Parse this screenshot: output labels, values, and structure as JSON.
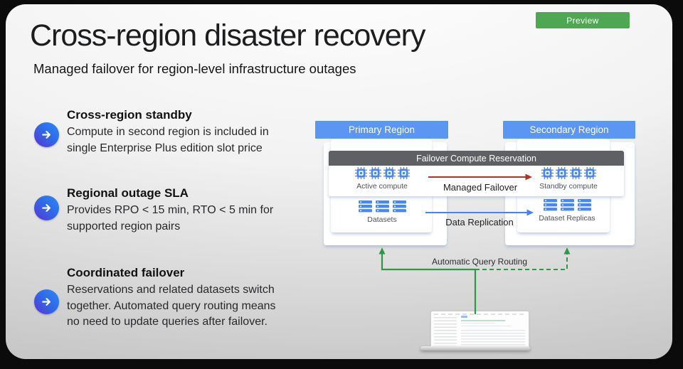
{
  "badge": {
    "label": "Preview"
  },
  "header": {
    "title": "Cross-region disaster recovery",
    "subtitle": "Managed failover for region-level infrastructure outages"
  },
  "bullets": [
    {
      "heading": "Cross-region standby",
      "body": "Compute in second region is included in\nsingle Enterprise Plus edition slot price"
    },
    {
      "heading": "Regional outage SLA",
      "body": "Provides RPO < 15 min, RTO < 5 min for\nsupported region pairs"
    },
    {
      "heading": "Coordinated failover",
      "body": "Reservations and related datasets switch\ntogether. Automated query routing means\nno need to update queries after failover."
    }
  ],
  "diagram": {
    "primary_region": "Primary Region",
    "secondary_region": "Secondary Region",
    "failover_reservation": "Failover Compute Reservation",
    "active_compute": "Active compute",
    "standby_compute": "Standby compute",
    "managed_failover": "Managed Failover",
    "datasets": "Datasets",
    "dataset_replicas": "Dataset Replicas",
    "data_replication": "Data Replication",
    "automatic_query_routing": "Automatic Query Routing"
  },
  "colors": {
    "badge_green": "#4EA853",
    "region_header_blue": "#5B96F2",
    "failover_bar_gray": "#5E6063",
    "managed_failover_red": "#AD362B",
    "data_replication_blue": "#4285F4",
    "query_routing_green": "#2E9748",
    "icon_blue": "#4A86EE",
    "bullet_icon_gradient": [
      "#2F86F6",
      "#5A32D2"
    ]
  }
}
